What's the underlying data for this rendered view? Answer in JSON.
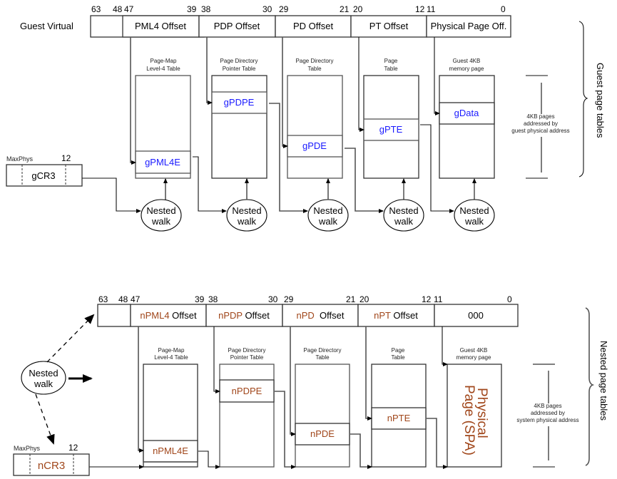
{
  "guest": {
    "row_label": "Guest Virtual",
    "bits": [
      "63",
      "48",
      "47",
      "39",
      "38",
      "30",
      "29",
      "21",
      "20",
      "12",
      "11",
      "0"
    ],
    "fields": [
      "PML4 Offset",
      "PDP Offset",
      "PD Offset",
      "PT Offset",
      "Physical Page Off."
    ],
    "tables": [
      {
        "title1": "Page-Map",
        "title2": "Level-4 Table",
        "entry": "gPML4E"
      },
      {
        "title1": "Page Directory",
        "title2": "Pointer Table",
        "entry": "gPDPE"
      },
      {
        "title1": "Page Directory",
        "title2": "Table",
        "entry": "gPDE"
      },
      {
        "title1": "Page",
        "title2": "Table",
        "entry": "gPTE"
      },
      {
        "title1": "Guest 4KB",
        "title2": "memory page",
        "entry": "gData"
      }
    ],
    "cr3": {
      "label": "gCR3",
      "maxphys": "MaxPhys",
      "bit": "12"
    },
    "nested_walk": {
      "line1": "Nested",
      "line2": "walk"
    },
    "pages_note": [
      "4KB pages",
      "addressed by",
      "guest physical address"
    ],
    "brace_label": "Guest page tables",
    "entry_color": "#1a1aff"
  },
  "nested": {
    "bits": [
      "63",
      "48",
      "47",
      "39",
      "38",
      "30",
      "29",
      "21",
      "20",
      "12",
      "11",
      "0"
    ],
    "fields": [
      {
        "prefix": "nPML4",
        "suffix": " Offset"
      },
      {
        "prefix": "nPDP",
        "suffix": " Offset"
      },
      {
        "prefix": "nPD",
        "suffix": "  Offset"
      },
      {
        "prefix": "nPT",
        "suffix": " Offset"
      },
      {
        "prefix": "",
        "suffix": "000"
      }
    ],
    "tables": [
      {
        "title1": "Page-Map",
        "title2": "Level-4 Table",
        "entry": "nPML4E"
      },
      {
        "title1": "Page Directory",
        "title2": "Pointer Table",
        "entry": "nPDPE"
      },
      {
        "title1": "Page Directory",
        "title2": "Table",
        "entry": "nPDE"
      },
      {
        "title1": "Page",
        "title2": "Table",
        "entry": "nPTE"
      },
      {
        "title1": "Guest 4KB",
        "title2": "memory page",
        "entry": ""
      }
    ],
    "physical_page": {
      "line1": "Physical",
      "line2": "Page (SPA)"
    },
    "cr3": {
      "label": "nCR3",
      "maxphys": "MaxPhys",
      "bit": "12"
    },
    "nested_walk": {
      "line1": "Nested",
      "line2": "walk"
    },
    "pages_note": [
      "4KB pages",
      "addressed by",
      "system physical address"
    ],
    "brace_label": "Nested page tables",
    "entry_color": "#a0461a"
  }
}
